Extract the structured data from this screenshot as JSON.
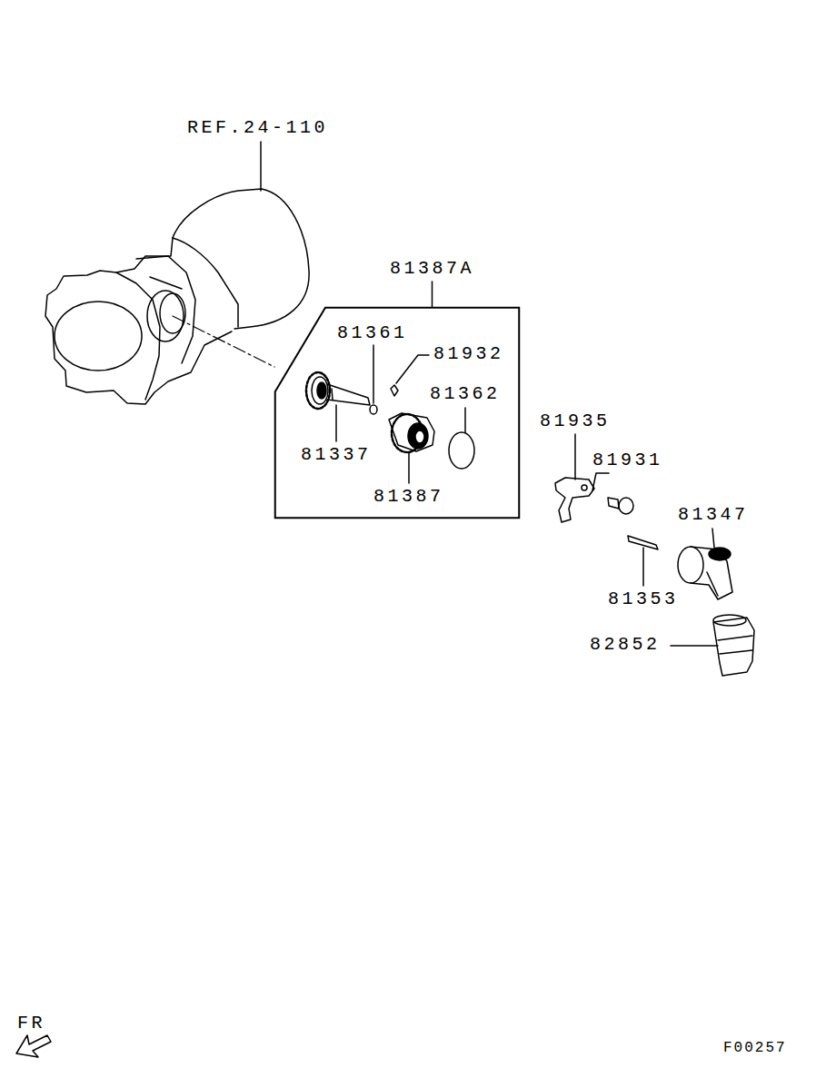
{
  "diagram": {
    "nodes": [
      {
        "text": [
          "81387A"
        ]
      }
    ],
    "labels": [
      "REF.24-110",
      "81361",
      "81932",
      "81362",
      "81337",
      "81387",
      "81935",
      "81931",
      "81347",
      "81353",
      "82852",
      "FR",
      "F00257"
    ]
  }
}
